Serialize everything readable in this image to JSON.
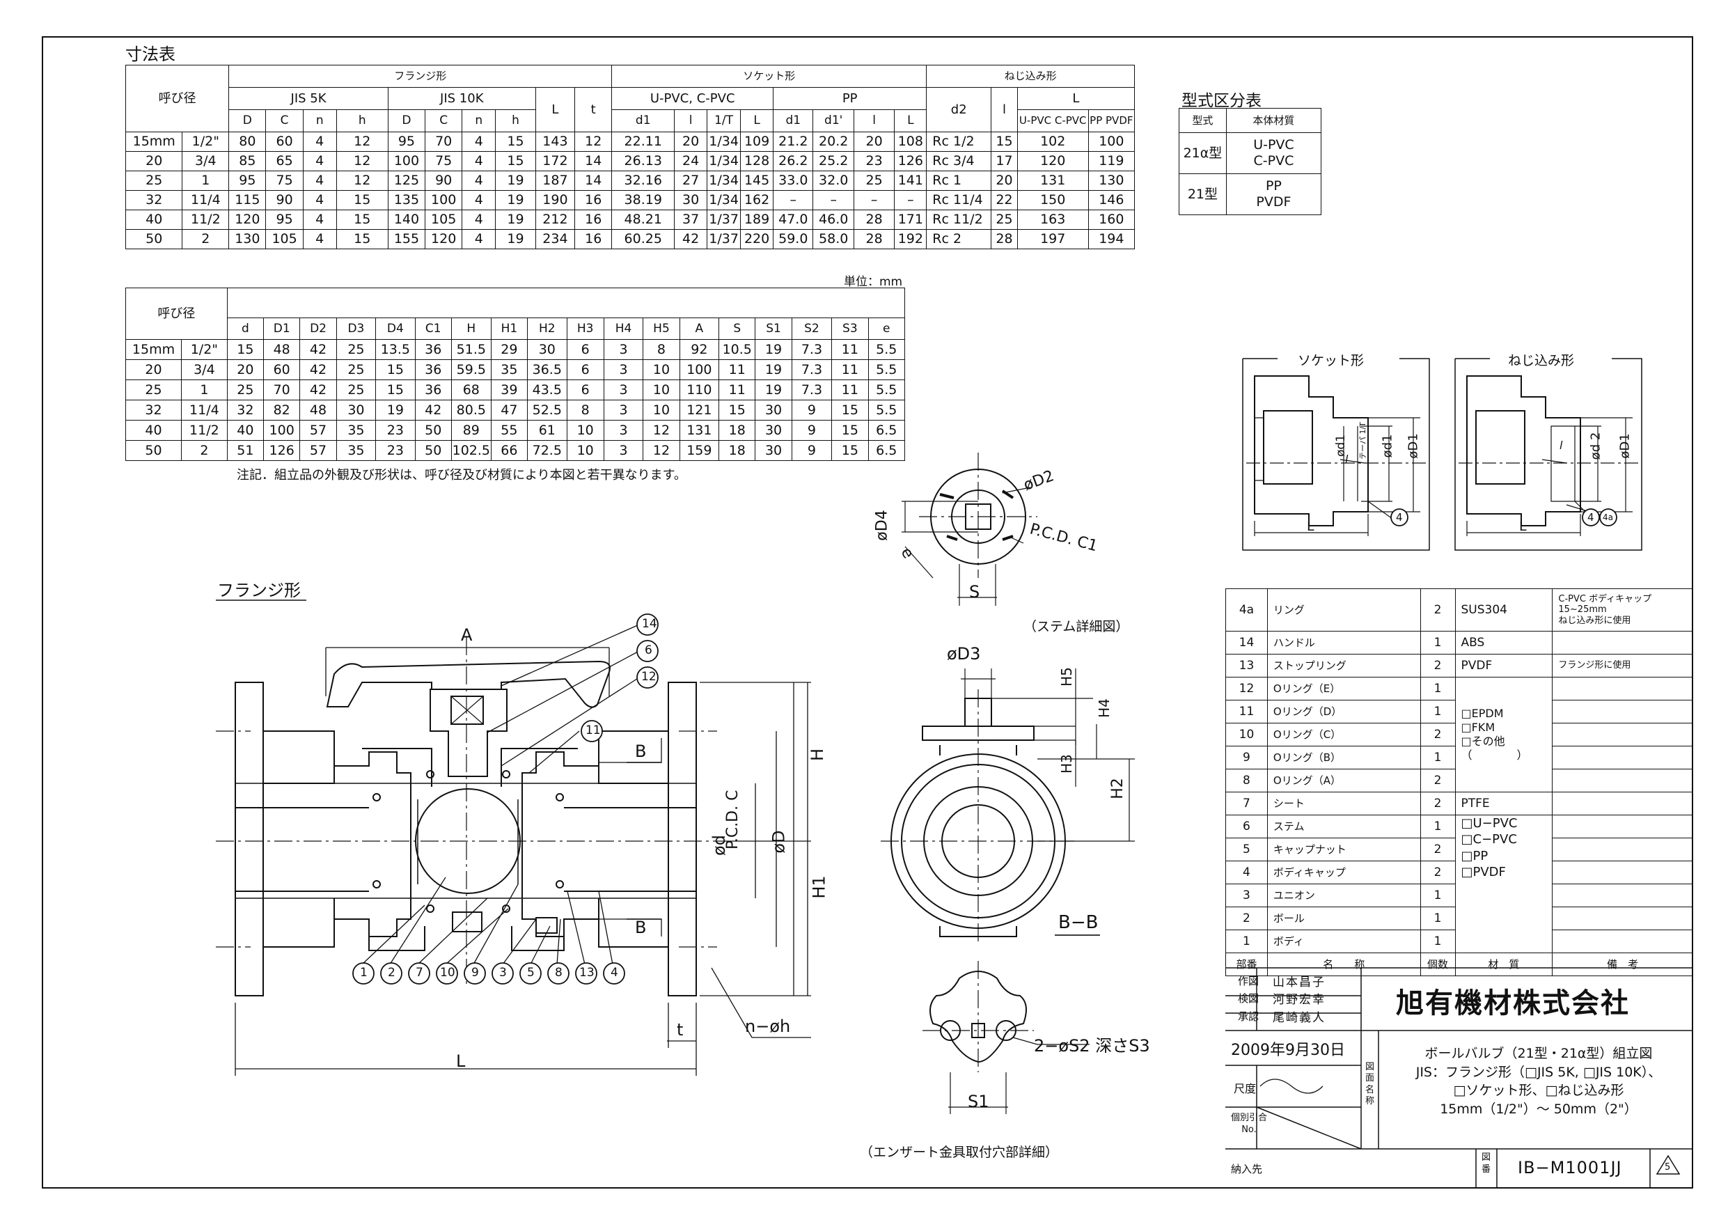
{
  "dim_table_title": "寸法表",
  "table1": {
    "top_headers": {
      "name": "呼び径",
      "flange": "フランジ形",
      "socket": "ソケット形",
      "screw": "ねじ込み形"
    },
    "sub_headers": {
      "jis5k": "JIS 5K",
      "jis10k": "JIS 10K",
      "upvc": "U-PVC, C-PVC",
      "pp": "PP",
      "L": "L"
    },
    "cols": [
      "D",
      "C",
      "n",
      "h",
      "D",
      "C",
      "n",
      "h",
      "L",
      "t",
      "d1",
      "l",
      "1/T",
      "L",
      "d1",
      "d1'",
      "l",
      "L",
      "d2",
      "l",
      "U-PVC C-PVC",
      "PP PVDF"
    ],
    "rows": [
      [
        "15mm",
        "1/2\"",
        "80",
        "60",
        "4",
        "12",
        "95",
        "70",
        "4",
        "15",
        "143",
        "12",
        "22.11",
        "20",
        "1/34",
        "109",
        "21.2",
        "20.2",
        "20",
        "108",
        "Rc 1/2",
        "15",
        "102",
        "100"
      ],
      [
        "20",
        "3/4",
        "85",
        "65",
        "4",
        "12",
        "100",
        "75",
        "4",
        "15",
        "172",
        "14",
        "26.13",
        "24",
        "1/34",
        "128",
        "26.2",
        "25.2",
        "23",
        "126",
        "Rc 3/4",
        "17",
        "120",
        "119"
      ],
      [
        "25",
        "1",
        "95",
        "75",
        "4",
        "12",
        "125",
        "90",
        "4",
        "19",
        "187",
        "14",
        "32.16",
        "27",
        "1/34",
        "145",
        "33.0",
        "32.0",
        "25",
        "141",
        "Rc 1",
        "20",
        "131",
        "130"
      ],
      [
        "32",
        "11/4",
        "115",
        "90",
        "4",
        "15",
        "135",
        "100",
        "4",
        "19",
        "190",
        "16",
        "38.19",
        "30",
        "1/34",
        "162",
        "–",
        "–",
        "–",
        "–",
        "Rc 11/4",
        "22",
        "150",
        "146"
      ],
      [
        "40",
        "11/2",
        "120",
        "95",
        "4",
        "15",
        "140",
        "105",
        "4",
        "19",
        "212",
        "16",
        "48.21",
        "37",
        "1/37",
        "189",
        "47.0",
        "46.0",
        "28",
        "171",
        "Rc 11/2",
        "25",
        "163",
        "160"
      ],
      [
        "50",
        "2",
        "130",
        "105",
        "4",
        "15",
        "155",
        "120",
        "4",
        "19",
        "234",
        "16",
        "60.25",
        "42",
        "1/37",
        "220",
        "59.0",
        "58.0",
        "28",
        "192",
        "Rc 2",
        "28",
        "197",
        "194"
      ]
    ]
  },
  "unit_label": "単位：mm",
  "table2": {
    "name_header": "呼び径",
    "cols": [
      "d",
      "D1",
      "D2",
      "D3",
      "D4",
      "C1",
      "H",
      "H1",
      "H2",
      "H3",
      "H4",
      "H5",
      "A",
      "S",
      "S1",
      "S2",
      "S3",
      "e"
    ],
    "rows": [
      [
        "15mm",
        "1/2\"",
        "15",
        "48",
        "42",
        "25",
        "13.5",
        "36",
        "51.5",
        "29",
        "30",
        "6",
        "3",
        "8",
        "92",
        "10.5",
        "19",
        "7.3",
        "11",
        "5.5"
      ],
      [
        "20",
        "3/4",
        "20",
        "60",
        "42",
        "25",
        "15",
        "36",
        "59.5",
        "35",
        "36.5",
        "6",
        "3",
        "10",
        "100",
        "11",
        "19",
        "7.3",
        "11",
        "5.5"
      ],
      [
        "25",
        "1",
        "25",
        "70",
        "42",
        "25",
        "15",
        "36",
        "68",
        "39",
        "43.5",
        "6",
        "3",
        "10",
        "110",
        "11",
        "19",
        "7.3",
        "11",
        "5.5"
      ],
      [
        "32",
        "11/4",
        "32",
        "82",
        "48",
        "30",
        "19",
        "42",
        "80.5",
        "47",
        "52.5",
        "8",
        "3",
        "10",
        "121",
        "15",
        "30",
        "9",
        "15",
        "5.5"
      ],
      [
        "40",
        "11/2",
        "40",
        "100",
        "57",
        "35",
        "23",
        "50",
        "89",
        "55",
        "61",
        "10",
        "3",
        "12",
        "131",
        "18",
        "30",
        "9",
        "15",
        "6.5"
      ],
      [
        "50",
        "2",
        "51",
        "126",
        "57",
        "35",
        "23",
        "50",
        "102.5",
        "66",
        "72.5",
        "10",
        "3",
        "12",
        "159",
        "18",
        "30",
        "9",
        "15",
        "6.5"
      ]
    ]
  },
  "note": "注記．組立品の外観及び形状は、呼び径及び材質により本図と若干異なります。",
  "model_table": {
    "title": "型式区分表",
    "headers": [
      "型式",
      "本体材質"
    ],
    "rows": [
      [
        "21α型",
        "U-PVC\nC-PVC"
      ],
      [
        "21型",
        "PP\nPVDF"
      ]
    ]
  },
  "views": {
    "flange_title": "フランジ形",
    "socket_title": "ソケット形",
    "screw_title": "ねじ込み形",
    "stem_caption": "（ステム詳細図）",
    "insert_caption": "（エンザート金具取付穴部詳細）",
    "section_bb": "B−B"
  },
  "dim_labels": {
    "A": "A",
    "L": "L",
    "t": "t",
    "H": "H",
    "H1": "H1",
    "od": "ød",
    "pcd": "P.C.D. C",
    "oD": "øD",
    "nh": "n−øh",
    "B": "B",
    "oD2": "øD2",
    "oD4": "øD4",
    "e": "e",
    "S": "S",
    "pcdc1": "P.C.D. C1",
    "oD3": "øD3",
    "H2": "H2",
    "H3": "H3",
    "H4": "H4",
    "H5": "H5",
    "S2": "2−øS2  深さS3",
    "S1": "S1",
    "od1": "ød1",
    "oD1": "øD1",
    "od2": "ød 2",
    "taper": "テーパ 1/T",
    "l": "l",
    "Ls": "L"
  },
  "balloons_top": [
    "14",
    "6",
    "12",
    "11"
  ],
  "balloons_bottom": [
    "1",
    "2",
    "7",
    "10",
    "9",
    "3",
    "5",
    "8",
    "13",
    "4"
  ],
  "balloon_socket": "4",
  "balloons_screw": [
    "4",
    "4a"
  ],
  "parts_list": {
    "headers": [
      "部番",
      "名　　称",
      "個数",
      "材　質",
      "備　考"
    ],
    "rows": [
      [
        "4a",
        "リング",
        "2",
        "SUS304",
        "C-PVC ボディキャップ 15~25mm\nねじ込み形に使用"
      ],
      [
        "14",
        "ハンドル",
        "1",
        "ABS",
        ""
      ],
      [
        "13",
        "ストップリング",
        "2",
        "PVDF",
        "フランジ形に使用"
      ],
      [
        "12",
        "Oリング（E）",
        "1",
        "",
        ""
      ],
      [
        "11",
        "Oリング（D）",
        "1",
        "",
        ""
      ],
      [
        "10",
        "Oリング（C）",
        "2",
        "",
        ""
      ],
      [
        "9",
        "Oリング（B）",
        "1",
        "",
        ""
      ],
      [
        "8",
        "Oリング（A）",
        "2",
        "",
        ""
      ],
      [
        "7",
        "シート",
        "2",
        "PTFE",
        ""
      ],
      [
        "6",
        "ステム",
        "1",
        "",
        ""
      ],
      [
        "5",
        "キャップナット",
        "2",
        "",
        ""
      ],
      [
        "4",
        "ボディキャップ",
        "2",
        "",
        ""
      ],
      [
        "3",
        "ユニオン",
        "1",
        "",
        ""
      ],
      [
        "2",
        "ボール",
        "1",
        "",
        ""
      ],
      [
        "1",
        "ボディ",
        "1",
        "",
        ""
      ]
    ],
    "oring_materials": "□EPDM\n□FKM\n□その他\n（　　　　）",
    "body_materials": "□U−PVC\n□C−PVC\n□PP\n□PVDF"
  },
  "title_block": {
    "drawn_label": "作図",
    "drawn": "山本昌子",
    "checked_label": "検図",
    "checked": "河野宏幸",
    "approved_label": "承認",
    "approved": "尾崎義人",
    "date": "2009年9月30日",
    "company": "旭有機材株式会社",
    "scale_label": "尺度",
    "ref_label": "個別引合\nNo.",
    "drawing_name_label": "図\n面\n名\n称",
    "drawing_name": "ボールバルブ（21型・21α型）組立図\nJIS：フランジ形（□JIS 5K, □JIS 10K）、\n□ソケット形、□ねじ込み形\n15mm（1/2\"）～ 50mm（2\"）",
    "delivery_label": "納入先",
    "drawing_no_label": "図\n番",
    "drawing_no": "IB−M1001JJ",
    "revision": "5"
  }
}
